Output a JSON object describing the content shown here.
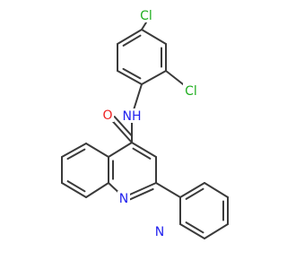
{
  "molecule": {
    "atoms": [
      {
        "id": "Cl1",
        "label": "Cl",
        "color": "#1fae1f"
      },
      {
        "id": "Cl2",
        "label": "Cl",
        "color": "#1fae1f"
      },
      {
        "id": "NH",
        "label": "NH",
        "color": "#2222ee"
      },
      {
        "id": "O",
        "label": "O",
        "color": "#ee2222"
      },
      {
        "id": "N1",
        "label": "N",
        "color": "#2222ee"
      },
      {
        "id": "N2",
        "label": "N",
        "color": "#2222ee"
      }
    ],
    "bond_color": "#3a3a3a"
  }
}
